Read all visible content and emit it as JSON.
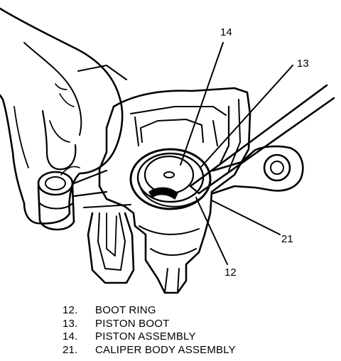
{
  "callouts": [
    {
      "number": "14"
    },
    {
      "number": "13"
    },
    {
      "number": "21"
    },
    {
      "number": "12"
    }
  ],
  "legend": [
    {
      "number": "12.",
      "label": "BOOT RING"
    },
    {
      "number": "13.",
      "label": "PISTON BOOT"
    },
    {
      "number": "14.",
      "label": "PISTON ASSEMBLY"
    },
    {
      "number": "21.",
      "label": "CALIPER BODY ASSEMBLY"
    }
  ],
  "colors": {
    "ink": "#000000",
    "paper": "#ffffff"
  }
}
